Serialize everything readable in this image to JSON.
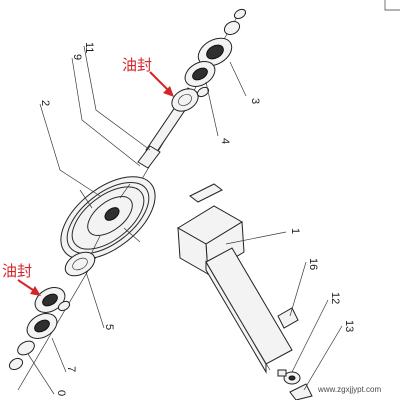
{
  "callouts": {
    "n11": "11",
    "n9": "9",
    "n2": "2",
    "n3": "3",
    "n4": "4",
    "n1": "1",
    "n16": "16",
    "n12": "12",
    "n13": "13",
    "n5": "5",
    "n7": "7",
    "n0": "0"
  },
  "annotations": {
    "oil_seal_top": "油封",
    "oil_seal_left": "油封"
  },
  "watermark": "www.zgxjjypt.com",
  "colors": {
    "annotation": "#d4262a",
    "line": "#2a2a2a",
    "background": "#ffffff"
  }
}
